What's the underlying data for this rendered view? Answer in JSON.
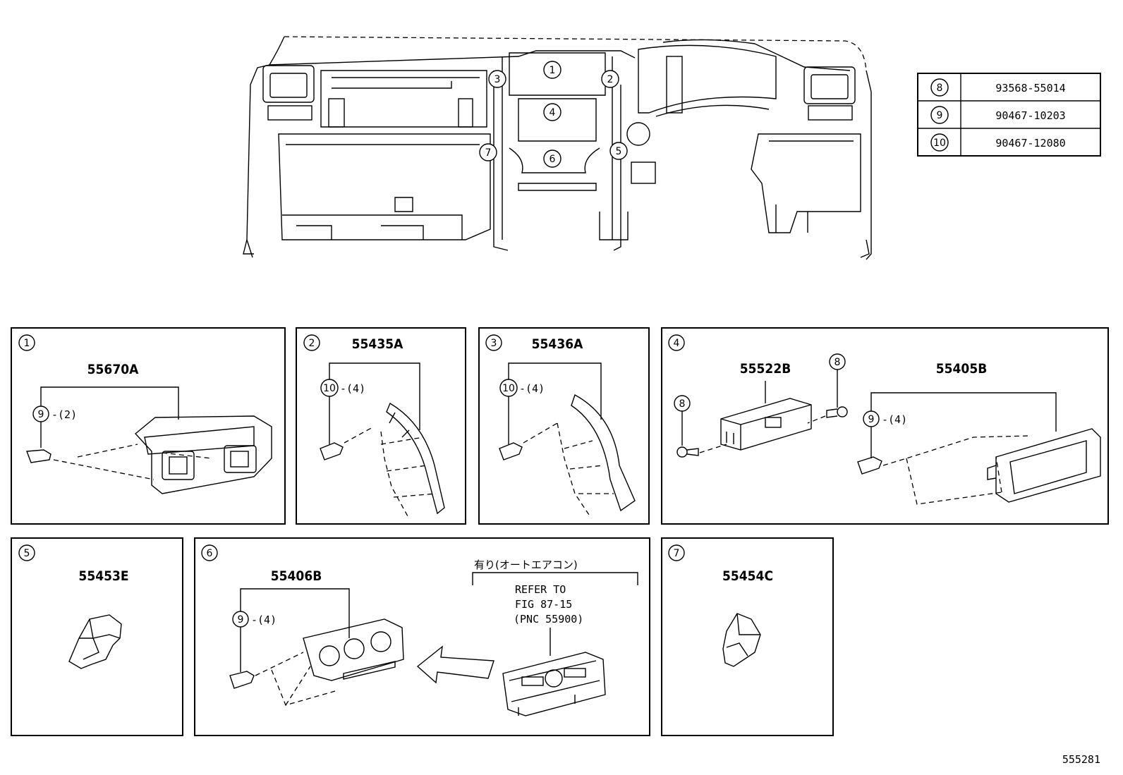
{
  "parts_table": [
    {
      "ref": "8",
      "part_no": "93568-55014"
    },
    {
      "ref": "9",
      "part_no": "90467-10203"
    },
    {
      "ref": "10",
      "part_no": "90467-12080"
    }
  ],
  "overview_callouts": [
    "1",
    "2",
    "3",
    "4",
    "5",
    "6",
    "7"
  ],
  "panels": [
    {
      "ref": "1",
      "part": "55670A",
      "clip_ref": "9",
      "clip_qty": "-(2)"
    },
    {
      "ref": "2",
      "part": "55435A",
      "clip_ref": "10",
      "clip_qty": "-(4)"
    },
    {
      "ref": "3",
      "part": "55436A",
      "clip_ref": "10",
      "clip_qty": "-(4)"
    },
    {
      "ref": "4",
      "part": "55522B",
      "part2": "55405B",
      "screw_ref": "8",
      "clip_ref": "9",
      "clip_qty": "-(4)"
    },
    {
      "ref": "5",
      "part": "55453E"
    },
    {
      "ref": "6",
      "part": "55406B",
      "clip_ref": "9",
      "clip_qty": "-(4)",
      "note_jp": "有り(オートエアコン)",
      "refer_1": "REFER TO",
      "refer_2": "FIG 87-15",
      "refer_3": "(PNC 55900)"
    },
    {
      "ref": "7",
      "part": "55454C"
    }
  ],
  "figure_id": "555281"
}
